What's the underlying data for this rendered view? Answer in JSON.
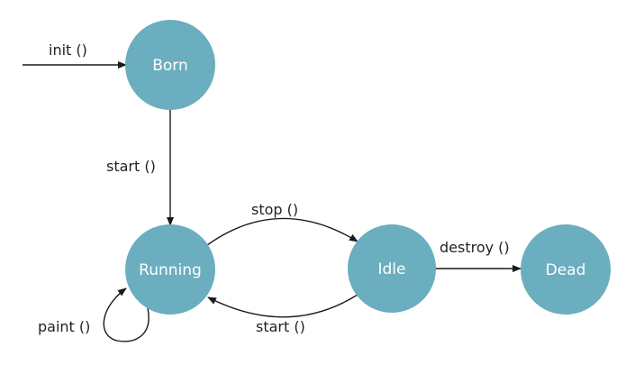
{
  "colors": {
    "state_fill": "#6aaebf",
    "state_text": "#ffffff",
    "edge": "#1a1a1a",
    "label_text": "#222222",
    "background": "#ffffff"
  },
  "states": {
    "born": "Born",
    "running": "Running",
    "idle": "Idle",
    "dead": "Dead"
  },
  "transitions": {
    "init": "init ()",
    "start_from_born": "start ()",
    "stop": "stop ()",
    "start_from_idle": "start ()",
    "destroy": "destroy ()",
    "paint": "paint ()"
  }
}
